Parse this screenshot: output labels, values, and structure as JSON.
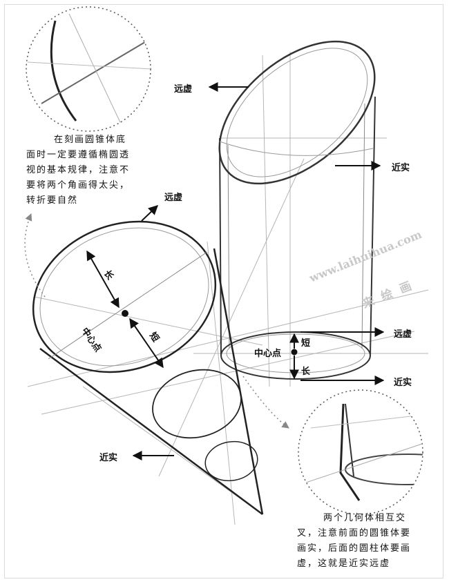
{
  "notes": {
    "top_left": [
      "在刻画圆锥体底",
      "面时一定要遵循椭圆透",
      "视的基本规律，注意不",
      "要将两个角画得太尖，",
      "转折要自然"
    ],
    "bottom_right": [
      "两个几何体相互交",
      "叉，注意前面的圆锥体要",
      "画实，后面的圆柱体要画",
      "虚，这就是近实远虚"
    ]
  },
  "labels": {
    "far_top": "远虚",
    "near_top": "近实",
    "far_cone": "远虚",
    "near_cone": "近实",
    "far_cyl_bottom": "远虚",
    "near_cyl_bottom": "近实",
    "long_cone": "长",
    "short_cone": "短",
    "center_cone": "中心点",
    "short_cyl": "短",
    "long_cyl": "长",
    "center_cyl": "中心点"
  },
  "watermark": {
    "url": "www.laihuihua.com",
    "cn": "来 绘 画"
  },
  "colors": {
    "ink": "#111111",
    "pencil": "#444444",
    "light": "#9a9a9a",
    "arrow": "#222222"
  }
}
